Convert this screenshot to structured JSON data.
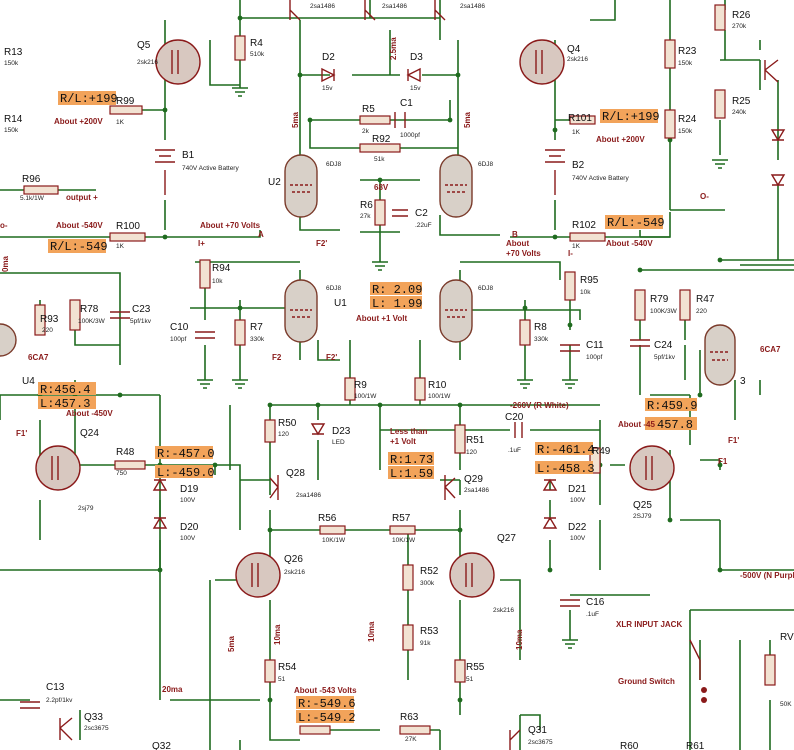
{
  "components": [
    {
      "ref": "R13",
      "value": "150k"
    },
    {
      "ref": "R14",
      "value": "150k"
    },
    {
      "ref": "R96",
      "value": "5.1k/1W"
    },
    {
      "ref": "R99",
      "value": "1K"
    },
    {
      "ref": "R100",
      "value": "1K"
    },
    {
      "ref": "R4",
      "value": "510k"
    },
    {
      "ref": "R5",
      "value": "2k"
    },
    {
      "ref": "R92",
      "value": "51k"
    },
    {
      "ref": "R6",
      "value": "27k"
    },
    {
      "ref": "R94",
      "value": "10k"
    },
    {
      "ref": "R7",
      "value": "330k"
    },
    {
      "ref": "R8",
      "value": "330k"
    },
    {
      "ref": "R93",
      "value": "220"
    },
    {
      "ref": "R78",
      "value": "100K/3W"
    },
    {
      "ref": "R9",
      "value": "100/1W"
    },
    {
      "ref": "R10",
      "value": "100/1W"
    },
    {
      "ref": "R50",
      "value": "120"
    },
    {
      "ref": "R51",
      "value": "120"
    },
    {
      "ref": "R48",
      "value": "750"
    },
    {
      "ref": "R49",
      "value": ""
    },
    {
      "ref": "R56",
      "value": "10K/1W"
    },
    {
      "ref": "R57",
      "value": "10K/1W"
    },
    {
      "ref": "R52",
      "value": "300k"
    },
    {
      "ref": "R53",
      "value": "91k"
    },
    {
      "ref": "R54",
      "value": "51"
    },
    {
      "ref": "R55",
      "value": "51"
    },
    {
      "ref": "R63",
      "value": "27K"
    },
    {
      "ref": "R26",
      "value": "270k"
    },
    {
      "ref": "R23",
      "value": "150k"
    },
    {
      "ref": "R24",
      "value": "150k"
    },
    {
      "ref": "R25",
      "value": "240k"
    },
    {
      "ref": "R101",
      "value": "1K"
    },
    {
      "ref": "R102",
      "value": "1K"
    },
    {
      "ref": "R95",
      "value": "10k"
    },
    {
      "ref": "R79",
      "value": "100K/3W"
    },
    {
      "ref": "R47",
      "value": "220"
    },
    {
      "ref": "C1",
      "value": "1000pf"
    },
    {
      "ref": "C2",
      "value": ".22uF"
    },
    {
      "ref": "C10",
      "value": "100pf"
    },
    {
      "ref": "C11",
      "value": "100pf"
    },
    {
      "ref": "C23",
      "value": "5pf/1kv"
    },
    {
      "ref": "C24",
      "value": "5pf/1kv"
    },
    {
      "ref": "C20",
      "value": ".1uF"
    },
    {
      "ref": "C16",
      "value": ".1uF"
    },
    {
      "ref": "C13",
      "value": "2.2pf/1kv"
    },
    {
      "ref": "D2",
      "value": "15v"
    },
    {
      "ref": "D3",
      "value": "15v"
    },
    {
      "ref": "D19",
      "value": "100V"
    },
    {
      "ref": "D20",
      "value": "100V"
    },
    {
      "ref": "D21",
      "value": "100V"
    },
    {
      "ref": "D22",
      "value": "100V"
    },
    {
      "ref": "D23",
      "value": "LED"
    },
    {
      "ref": "Q5",
      "value": "2sk216"
    },
    {
      "ref": "Q4",
      "value": "2sk216"
    },
    {
      "ref": "Q24",
      "value": "2sj79"
    },
    {
      "ref": "Q25",
      "value": "2SJ79"
    },
    {
      "ref": "Q26",
      "value": "2sk216"
    },
    {
      "ref": "Q27",
      "value": "2sk216"
    },
    {
      "ref": "Q28",
      "value": "2sa1486"
    },
    {
      "ref": "Q29",
      "value": "2sa1486"
    },
    {
      "ref": "Q33",
      "value": "2sc3675"
    },
    {
      "ref": "Q31",
      "value": "2sc3675"
    },
    {
      "ref": "B1",
      "value": "740V Active Battery"
    },
    {
      "ref": "B2",
      "value": "740V Active Battery"
    },
    {
      "ref": "U1",
      "value": "6DJ8"
    },
    {
      "ref": "U2",
      "value": "6DJ8"
    },
    {
      "ref": "U4",
      "value": "6CA7"
    }
  ],
  "labels": {
    "top_q_model_1": "2sa1486",
    "top_q_model_2": "2sa1486",
    "top_q_model_3": "2sa1486",
    "u1_model_right": "6DJ8",
    "u2_model_right": "6DJ8",
    "u4_model_right": "6CA7",
    "u3_ref": "3",
    "r60": "R60",
    "r61": "R61",
    "rv": "RV",
    "rv_value": "50K",
    "xlr": "XLR INPUT JACK",
    "ground_switch": "Ground Switch",
    "output_plus": "output +",
    "o_minus": "O-",
    "o_left": "O-",
    "node_a": "A",
    "node_b": "B",
    "i_plus": "I+",
    "i_minus": "I-",
    "f2": "F2",
    "f2p": "F2'",
    "f2p_top": "F2'",
    "f1": "F1",
    "f1p": "F1'",
    "f1p_left": "F1'",
    "v68": "68V",
    "about_200_left": "About +200V",
    "about_200_right": "About +200V",
    "about_540_left": "About -540V",
    "about_540_right": "About -540V",
    "about_70_left": "About +70 Volts",
    "about_70_right_1": "About",
    "about_70_right_2": "+70 Volts",
    "about_1v": "About +1 Volt",
    "about_450_left": "About -450V",
    "about_450_right": "About -45",
    "less_than_1": "Less than",
    "less_than_2": "+1 Volt",
    "v260": "-260V (R White)",
    "v500": "-500V (N Purpl",
    "about_543": "About -543 Volts",
    "ma5_1": "5ma",
    "ma5_2": "5ma",
    "ma25": "2.5ma",
    "ma5_3": "5ma",
    "ma10_1": "10ma",
    "ma10_2": "10ma",
    "ma10_3": "10ma",
    "ma20": "20ma",
    "ma10_left": "0ma",
    "o_left_edge": "o-"
  },
  "measurements": {
    "rl_199_left": "R/L:+199",
    "rl_549_left": "R/L:-549",
    "rl_199_right": "R/L:+199",
    "rl_549_right": "R/L:-549",
    "r_209": "R: 2.09",
    "l_199": "L: 1.99",
    "r_456": "R:456.4",
    "l_457": "L:457.3",
    "r_457_0": "R:-457.0",
    "l_459_0": "L:-459.0",
    "r_173": "R:1.73",
    "l_159": "L:1.59",
    "r_461": "R:-461.4",
    "l_458": "L:-458.3",
    "r_459": "R:459.9",
    "l_457_8": "457.8",
    "r_549_6": "R:-549.6",
    "l_549_2": "L:-549.2"
  }
}
